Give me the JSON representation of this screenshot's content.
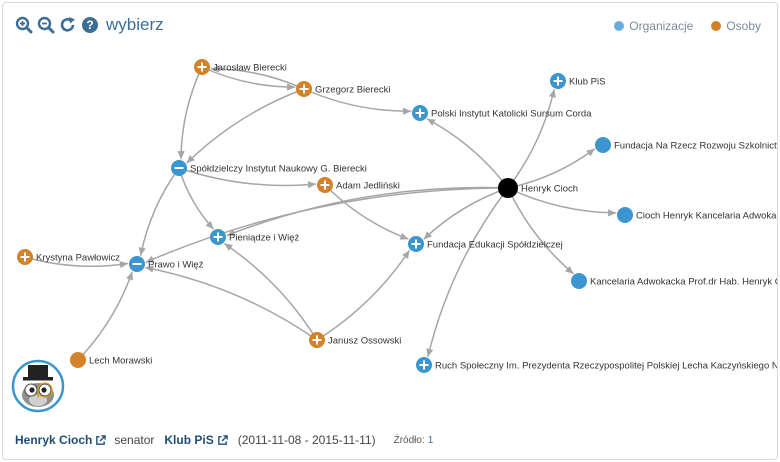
{
  "toolbar": {
    "zoom_in_icon": "zoom-in-icon",
    "zoom_out_icon": "zoom-out-icon",
    "refresh_icon": "refresh-icon",
    "help_icon": "help-icon",
    "select_label": "wybierz"
  },
  "legend": {
    "organizations": {
      "label": "Organizacje",
      "color": "#6aaddb"
    },
    "people": {
      "label": "Osoby",
      "color": "#d4822a"
    }
  },
  "colors": {
    "organization": "#3b96cf",
    "person": "#d4822a",
    "center": "#000000",
    "edge": "#a6a6a6"
  },
  "graph": {
    "nodes": [
      {
        "id": "cioch",
        "label": "Henryk Cioch",
        "kind": "center"
      },
      {
        "id": "klub_pis",
        "label": "Klub PiS",
        "kind": "org",
        "expand": true
      },
      {
        "id": "pik",
        "label": "Polski Instytut Katolicki Sursum Corda",
        "kind": "org",
        "expand": true
      },
      {
        "id": "fundacja_rzecz",
        "label": "Fundacja Na Rzecz Rozwoju Szkolnictw",
        "kind": "org",
        "expand": false
      },
      {
        "id": "kancelaria1",
        "label": "Cioch Henryk Kancelaria Adwokac",
        "kind": "org",
        "expand": false
      },
      {
        "id": "kancelaria2",
        "label": "Kancelaria Adwokacka Prof.dr Hab. Henryk C",
        "kind": "org",
        "expand": false
      },
      {
        "id": "ruch",
        "label": "Ruch Społeczny Im. Prezydenta Rzeczypospolitej Polskiej Lecha Kaczyńskiego Na",
        "kind": "org",
        "expand": true
      },
      {
        "id": "fundacja_edukacji",
        "label": "Fundacja Edukacji Spółdzielczej",
        "kind": "org",
        "expand": true
      },
      {
        "id": "pieniadze",
        "label": "Pieniądze i Więź",
        "kind": "org",
        "expand": true
      },
      {
        "id": "prawo",
        "label": "Prawo i Więź",
        "kind": "org",
        "expand": "collapse"
      },
      {
        "id": "sing",
        "label": "Spółdzielczy Instytut Naukowy G. Bierecki",
        "kind": "org",
        "expand": "collapse"
      },
      {
        "id": "jaroslaw",
        "label": "Jarosław Bierecki",
        "kind": "person",
        "expand": true
      },
      {
        "id": "grzegorz",
        "label": "Grzegorz Bierecki",
        "kind": "person",
        "expand": true
      },
      {
        "id": "adam",
        "label": "Adam Jedliński",
        "kind": "person",
        "expand": true
      },
      {
        "id": "krystyna",
        "label": "Krystyna Pawłowicz",
        "kind": "person",
        "expand": true
      },
      {
        "id": "lech",
        "label": "Lech Morawski",
        "kind": "person",
        "expand": false
      },
      {
        "id": "janusz",
        "label": "Janusz Ossowski",
        "kind": "person",
        "expand": true
      }
    ],
    "edges": [
      [
        "cioch",
        "klub_pis"
      ],
      [
        "cioch",
        "pik"
      ],
      [
        "cioch",
        "fundacja_rzecz"
      ],
      [
        "cioch",
        "kancelaria1"
      ],
      [
        "cioch",
        "kancelaria2"
      ],
      [
        "cioch",
        "ruch"
      ],
      [
        "cioch",
        "fundacja_edukacji"
      ],
      [
        "cioch",
        "pieniadze"
      ],
      [
        "cioch",
        "prawo"
      ],
      [
        "jaroslaw",
        "grzegorz"
      ],
      [
        "grzegorz",
        "jaroslaw"
      ],
      [
        "grzegorz",
        "pik"
      ],
      [
        "grzegorz",
        "sing"
      ],
      [
        "jaroslaw",
        "sing"
      ],
      [
        "sing",
        "prawo"
      ],
      [
        "sing",
        "pieniadze"
      ],
      [
        "sing",
        "adam"
      ],
      [
        "adam",
        "fundacja_edukacji"
      ],
      [
        "krystyna",
        "prawo"
      ],
      [
        "lech",
        "prawo"
      ],
      [
        "janusz",
        "prawo"
      ],
      [
        "janusz",
        "pieniadze"
      ],
      [
        "janusz",
        "fundacja_edukacji"
      ]
    ]
  },
  "footer": {
    "person_name": "Henryk Cioch",
    "role": "senator",
    "org_name": "Klub PiS",
    "dates": "(2011-11-08 - 2015-11-11)",
    "source_label": "Źródło:",
    "source_number": "1"
  }
}
